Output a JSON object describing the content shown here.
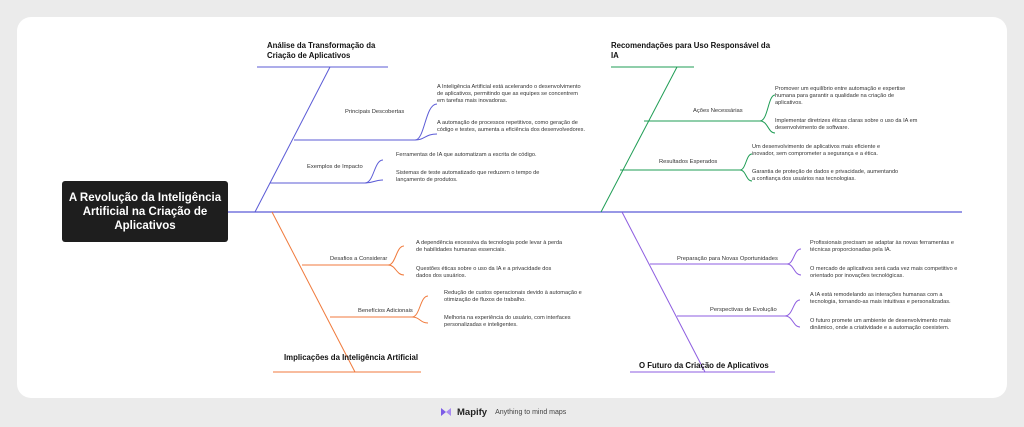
{
  "root": {
    "title": "A Revolução da Inteligência Artificial na Criação de Aplicativos"
  },
  "colors": {
    "blue": "#5b5bd6",
    "green": "#1f9d55",
    "orange": "#f07a3c",
    "purple": "#8e5ee0",
    "root_bg": "#1e1e1e"
  },
  "branches": {
    "analise": {
      "title": "Análise da Transformação da Criação de Aplicativos",
      "principais": {
        "label": "Principais Descobertas",
        "items": [
          "A Inteligência Artificial está acelerando o desenvolvimento de aplicativos, permitindo que as equipes se concentrem em tarefas mais inovadoras.",
          "A automação de processos repetitivos, como geração de código e testes, aumenta a eficiência dos desenvolvedores."
        ]
      },
      "exemplos": {
        "label": "Exemplos de Impacto",
        "items": [
          "Ferramentas de IA que automatizam a escrita de código.",
          "Sistemas de teste automatizado que reduzem o tempo de lançamento de produtos."
        ]
      }
    },
    "recomendacoes": {
      "title": "Recomendações para Uso Responsável da IA",
      "acoes": {
        "label": "Ações Necessárias",
        "items": [
          "Promover um equilíbrio entre automação e expertise humana para garantir a qualidade na criação de aplicativos.",
          "Implementar diretrizes éticas claras sobre o uso da IA em desenvolvimento de software."
        ]
      },
      "resultados": {
        "label": "Resultados Esperados",
        "items": [
          "Um desenvolvimento de aplicativos mais eficiente e inovador, sem comprometer a segurança e a ética.",
          "Garantia de proteção de dados e privacidade, aumentando a confiança dos usuários nas tecnologias."
        ]
      }
    },
    "implicacoes": {
      "title": "Implicações da Inteligência Artificial",
      "desafios": {
        "label": "Desafios a Considerar",
        "items": [
          "A dependência excessiva da tecnologia pode levar à perda de habilidades humanas essenciais.",
          "Questões éticas sobre o uso da IA e a privacidade dos dados dos usuários."
        ]
      },
      "beneficios": {
        "label": "Benefícios Adicionais",
        "items": [
          "Redução de custos operacionais devido à automação e otimização de fluxos de trabalho.",
          "Melhoria na experiência do usuário, com interfaces personalizadas e inteligentes."
        ]
      }
    },
    "futuro": {
      "title": "O Futuro da Criação de Aplicativos",
      "preparacao": {
        "label": "Preparação para Novas Oportunidades",
        "items": [
          "Profissionais precisam se adaptar às novas ferramentas e técnicas proporcionadas pela IA.",
          "O mercado de aplicativos será cada vez mais competitivo e orientado por inovações tecnológicas."
        ]
      },
      "perspectivas": {
        "label": "Perspectivas de Evolução",
        "items": [
          "A IA está remodelando as interações humanas com a tecnologia, tornando-as mais intuitivas e personalizadas.",
          "O futuro promete um ambiente de desenvolvimento mais dinâmico, onde a criatividade e a automação coexistem."
        ]
      }
    }
  },
  "footer": {
    "brand": "Mapify",
    "tagline": "Anything to mind maps"
  }
}
